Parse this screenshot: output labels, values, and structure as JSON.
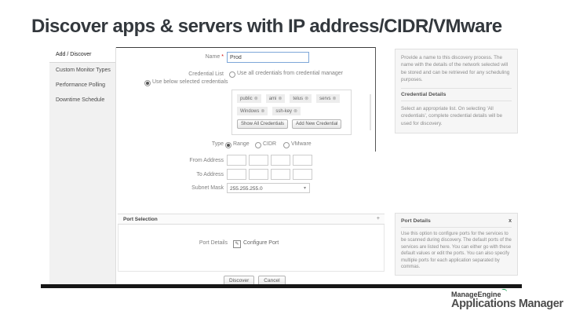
{
  "page": {
    "title": "Discover apps & servers with IP address/CIDR/VMware"
  },
  "colors": {
    "brand_green": "#089949",
    "required_red": "#cc0000",
    "focus_border": "#7da7d8",
    "title_text": "#33383d"
  },
  "icons": {
    "chip_remove": "⊗",
    "dropdown_caret": "▾",
    "collapse_toggle": "+",
    "close": "x",
    "configure_port": "✎"
  },
  "shot": {
    "sidebar": {
      "items": [
        {
          "label": "Add / Discover"
        },
        {
          "label": "Custom Monitor Types"
        },
        {
          "label": "Performance Polling"
        },
        {
          "label": "Downtime Schedule"
        }
      ]
    },
    "form": {
      "name_label": "Name",
      "required_mark": "*",
      "name_value": "Prod",
      "credential_list_label": "Credential List",
      "use_all_label": "Use all credentials from credential manager",
      "use_below_label": "Use below selected credentials",
      "chips": [
        {
          "label": "public"
        },
        {
          "label": "ami"
        },
        {
          "label": "telus"
        },
        {
          "label": "servs"
        },
        {
          "label": "Windows"
        },
        {
          "label": "ssh-key"
        }
      ],
      "show_all_button": "Show All Credentials",
      "add_new_button": "Add New Credential",
      "type_label": "Type",
      "type_range": "Range",
      "type_cidr": "CIDR",
      "type_vmware": "VMware",
      "from_address_label": "From Address",
      "to_address_label": "To Address",
      "subnet_mask_label": "Subnet Mask",
      "subnet_mask_value": "255.255.255.0",
      "discover_button": "Discover",
      "cancel_button": "Cancel"
    },
    "port_selection": {
      "title": "Port Selection",
      "port_details_label": "Port Details",
      "configure_port_label": "Configure Port"
    },
    "help": {
      "name_help": "Provide a name to this discovery process. The name with the details of the network selected will be stored and can be retrieved for any scheduling purposes.",
      "credential_header": "Credential Details",
      "credential_help": "Select an appropriate list. On selecting 'All credentials', complete credential details will be used for discovery.",
      "port_header": "Port Details",
      "port_help": "Use this option to configure ports for the services to be scanned during discovery. The default ports of the services are listed here. You can either go with these default values or edit the ports. You can also specify multiple ports for each application separated by commas."
    }
  },
  "footer": {
    "brand_name": "ManageEngine",
    "brand_product": "Applications Manager"
  }
}
